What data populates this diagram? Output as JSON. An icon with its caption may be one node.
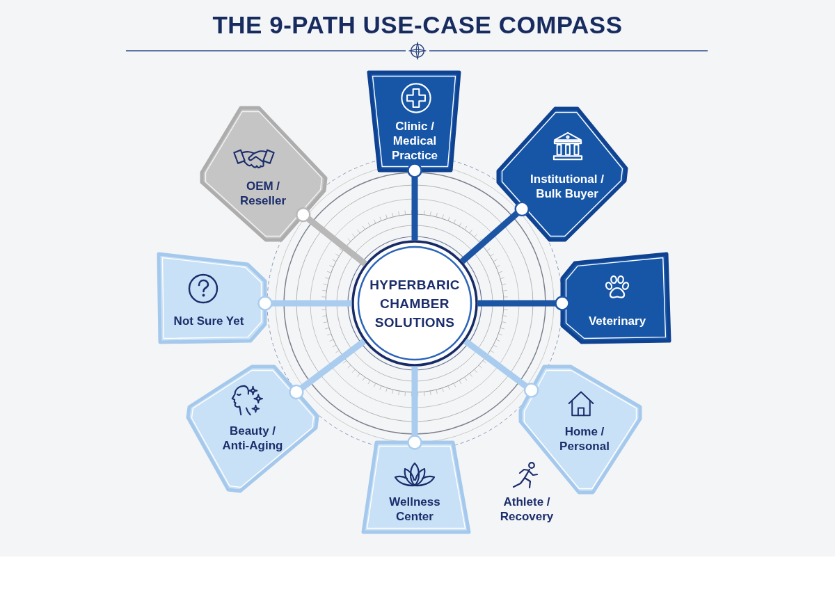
{
  "diagram": {
    "title": "THE 9-PATH USE-CASE COMPASS",
    "nodes": [
      {
        "text": [
          "Clinic / Medical Practice"
        ]
      },
      {
        "text": [
          "OEM / Reseller"
        ]
      },
      {
        "text": [
          "Institutional / Bulk Buyer"
        ]
      },
      {
        "text": [
          "Not Sure Yet"
        ]
      },
      {
        "text": [
          "HYPERBARIC CHAMBER SOLUTIONS"
        ]
      },
      {
        "text": [
          "Veterinary"
        ]
      },
      {
        "text": [
          "Beauty / Anti-Aging"
        ]
      },
      {
        "text": [
          "Home / Personal"
        ]
      },
      {
        "text": [
          "Wellness Center"
        ]
      }
    ],
    "edges": [
      {
        "from": 4,
        "to": 0,
        "arrow": "other",
        "color": "#1d55a5"
      },
      {
        "from": 4,
        "to": 1,
        "arrow": "other",
        "color": "#b8b8b8"
      },
      {
        "from": 4,
        "to": 2,
        "arrow": "other",
        "color": "#1d55a5"
      },
      {
        "from": 4,
        "to": 3,
        "arrow": "other"
      },
      {
        "from": 4,
        "to": 5,
        "arrow": "other",
        "color": "#1d55a5"
      },
      {
        "from": 4,
        "to": 6,
        "arrow": "other"
      },
      {
        "from": 4,
        "to": 7,
        "arrow": "other"
      },
      {
        "from": 4,
        "to": 8,
        "arrow": "other"
      }
    ],
    "labels": [
      "Athlete / Recovery"
    ]
  }
}
